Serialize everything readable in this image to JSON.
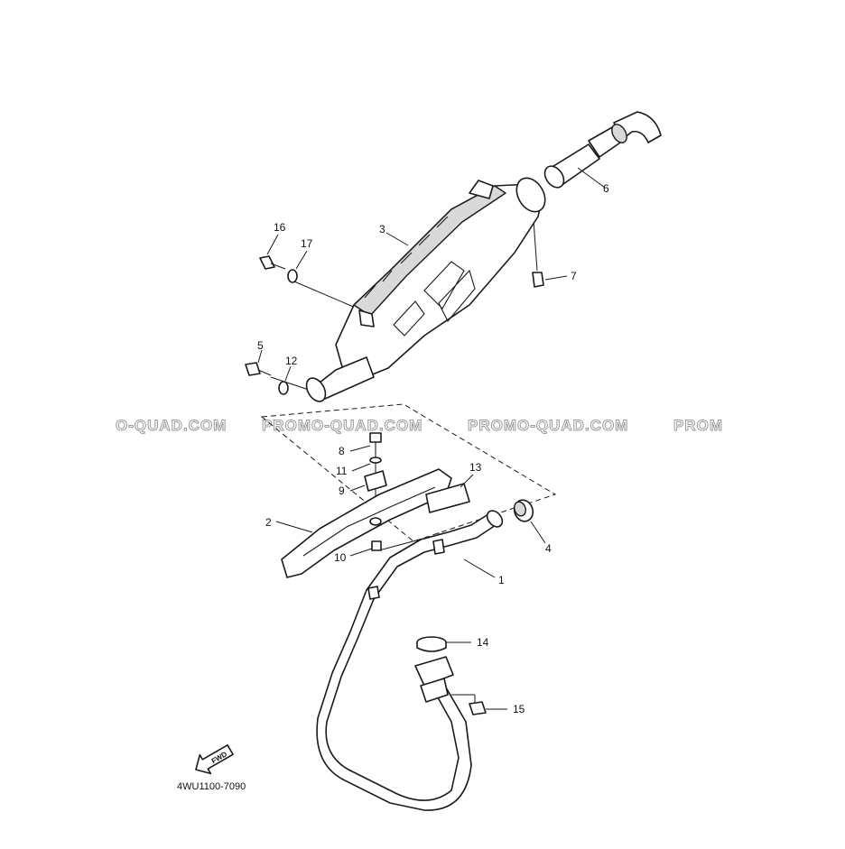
{
  "diagram": {
    "part_code": "4WU1100-7090",
    "fwd_label": "FWD",
    "watermarks": [
      "O-QUAD.COM",
      "PROMO-QUAD.COM",
      "PROMO-QUAD.COM",
      "PROM"
    ],
    "callouts": {
      "c1": "1",
      "c2": "2",
      "c3": "3",
      "c4": "4",
      "c5": "5",
      "c6": "6",
      "c7": "7",
      "c8": "8",
      "c9": "9",
      "c10": "10",
      "c11": "11",
      "c12": "12",
      "c13": "13",
      "c14": "14",
      "c15": "15",
      "c16": "16",
      "c17": "17"
    }
  }
}
